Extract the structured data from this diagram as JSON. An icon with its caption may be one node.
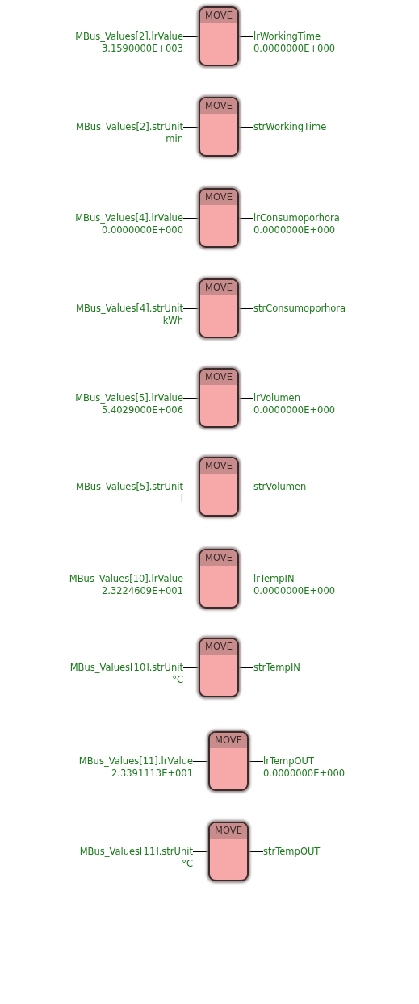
{
  "diagram": {
    "nodes": [
      {
        "text": [
          "MBus_Values[2].lrValue"
        ],
        "beside": [
          "3.1590000E+003"
        ]
      },
      {
        "text": [
          "MOVE"
        ]
      },
      {
        "text": [
          "lrWorkingTime"
        ],
        "beside": [
          "0.0000000E+000"
        ]
      },
      {
        "text": [
          "MBus_Values[2].strUnit"
        ],
        "beside": [
          "min"
        ]
      },
      {
        "text": [
          "MOVE"
        ]
      },
      {
        "text": [
          "strWorkingTime"
        ]
      },
      {
        "text": [
          "MBus_Values[4].lrValue"
        ],
        "beside": [
          "0.0000000E+000"
        ]
      },
      {
        "text": [
          "MOVE"
        ]
      },
      {
        "text": [
          "lrConsumoporhora"
        ],
        "beside": [
          "0.0000000E+000"
        ]
      },
      {
        "text": [
          "MBus_Values[4].strUnit"
        ],
        "beside": [
          "kWh"
        ]
      },
      {
        "text": [
          "MOVE"
        ]
      },
      {
        "text": [
          "strConsumoporhora"
        ]
      },
      {
        "text": [
          "MBus_Values[5].lrValue"
        ],
        "beside": [
          "5.4029000E+006"
        ]
      },
      {
        "text": [
          "MOVE"
        ]
      },
      {
        "text": [
          "lrVolumen"
        ],
        "beside": [
          "0.0000000E+000"
        ]
      },
      {
        "text": [
          "MBus_Values[5].strUnit"
        ],
        "beside": [
          "l"
        ]
      },
      {
        "text": [
          "MOVE"
        ]
      },
      {
        "text": [
          "strVolumen"
        ]
      },
      {
        "text": [
          "MBus_Values[10].lrValue"
        ],
        "beside": [
          "2.3224609E+001"
        ]
      },
      {
        "text": [
          "MOVE"
        ]
      },
      {
        "text": [
          "lrTempIN"
        ],
        "beside": [
          "0.0000000E+000"
        ]
      },
      {
        "text": [
          "MBus_Values[10].strUnit"
        ],
        "beside": [
          "°C"
        ]
      },
      {
        "text": [
          "MOVE"
        ]
      },
      {
        "text": [
          "strTempIN"
        ]
      },
      {
        "text": [
          "MBus_Values[11].lrValue"
        ],
        "beside": [
          "2.3391113E+001"
        ]
      },
      {
        "text": [
          "MOVE"
        ]
      },
      {
        "text": [
          "lrTempOUT"
        ],
        "beside": [
          "0.0000000E+000"
        ]
      },
      {
        "text": [
          "MBus_Values[11].strUnit"
        ],
        "beside": [
          "°C"
        ]
      },
      {
        "text": [
          "MOVE"
        ]
      },
      {
        "text": [
          "strTempOUT"
        ]
      }
    ],
    "edges": [
      {
        "from": 0,
        "to": 1,
        "arrow": "none"
      },
      {
        "from": 1,
        "to": 2,
        "arrow": "none"
      },
      {
        "from": 3,
        "to": 4,
        "arrow": "none"
      },
      {
        "from": 4,
        "to": 5,
        "arrow": "none"
      },
      {
        "from": 6,
        "to": 7,
        "arrow": "none"
      },
      {
        "from": 7,
        "to": 8,
        "arrow": "none"
      },
      {
        "from": 9,
        "to": 10,
        "arrow": "none"
      },
      {
        "from": 10,
        "to": 11,
        "arrow": "none"
      },
      {
        "from": 12,
        "to": 13,
        "arrow": "none"
      },
      {
        "from": 13,
        "to": 14,
        "arrow": "none"
      },
      {
        "from": 15,
        "to": 16,
        "arrow": "none"
      },
      {
        "from": 16,
        "to": 17,
        "arrow": "none"
      },
      {
        "from": 18,
        "to": 19,
        "arrow": "none"
      },
      {
        "from": 19,
        "to": 20,
        "arrow": "none"
      },
      {
        "from": 21,
        "to": 22,
        "arrow": "none"
      },
      {
        "from": 22,
        "to": 23,
        "arrow": "none"
      },
      {
        "from": 24,
        "to": 25,
        "arrow": "none"
      },
      {
        "from": 25,
        "to": 26,
        "arrow": "none"
      },
      {
        "from": 27,
        "to": 28,
        "arrow": "none"
      },
      {
        "from": 28,
        "to": 29,
        "arrow": "none"
      }
    ]
  }
}
